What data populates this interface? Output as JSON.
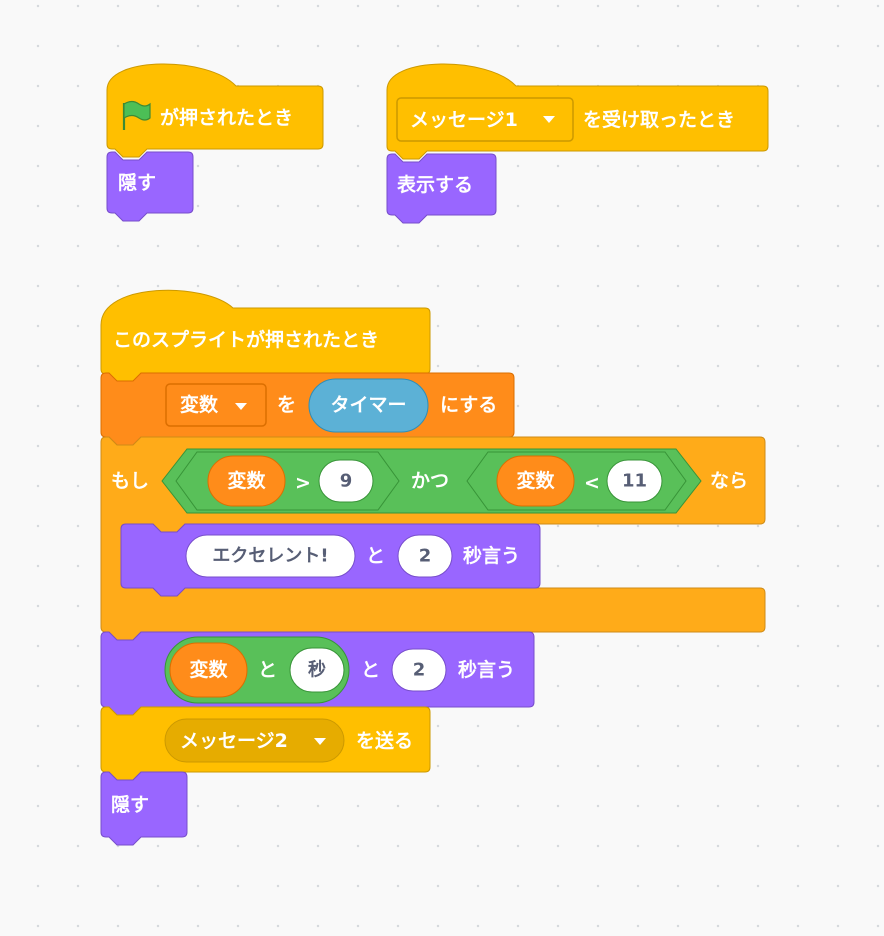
{
  "scripts": {
    "script1": {
      "hat_label": "が押されたとき",
      "hide_label": "隠す"
    },
    "script2": {
      "message_name": "メッセージ1",
      "hat_label": "を受け取ったとき",
      "show_label": "表示する"
    },
    "script3": {
      "hat_label": "このスプライトが押されたとき",
      "set_block": {
        "variable": "変数",
        "text_wo": "を",
        "value": "タイマー",
        "text_ni": "にする"
      },
      "if_block": {
        "text_if": "もし",
        "left_var": "変数",
        "gt": ">",
        "gt_value": "9",
        "text_and": "かつ",
        "right_var": "変数",
        "lt": "<",
        "lt_value": "11",
        "text_then": "なら",
        "say": {
          "message": "エクセレント!",
          "text_to": "と",
          "seconds": "2",
          "text_say": "秒言う"
        }
      },
      "say_join_block": {
        "variable": "変数",
        "join_to": "と",
        "join_text": "秒",
        "text_to": "と",
        "seconds": "2",
        "text_say": "秒言う"
      },
      "broadcast_block": {
        "message_name": "メッセージ2",
        "text_send": "を送る"
      },
      "hide_label": "隠す"
    }
  },
  "colors": {
    "events": "#ffbf00",
    "events_dark": "#cc9900",
    "looks": "#9966ff",
    "looks_dark": "#774dcb",
    "variables": "#ff8c1a",
    "variables_dark": "#db6e00",
    "control": "#ffab19",
    "control_dark": "#cf8b17",
    "operators": "#59c059",
    "operators_dark": "#389438",
    "sensing": "#5cb1d6",
    "sensing_dark": "#2e8eb8"
  }
}
